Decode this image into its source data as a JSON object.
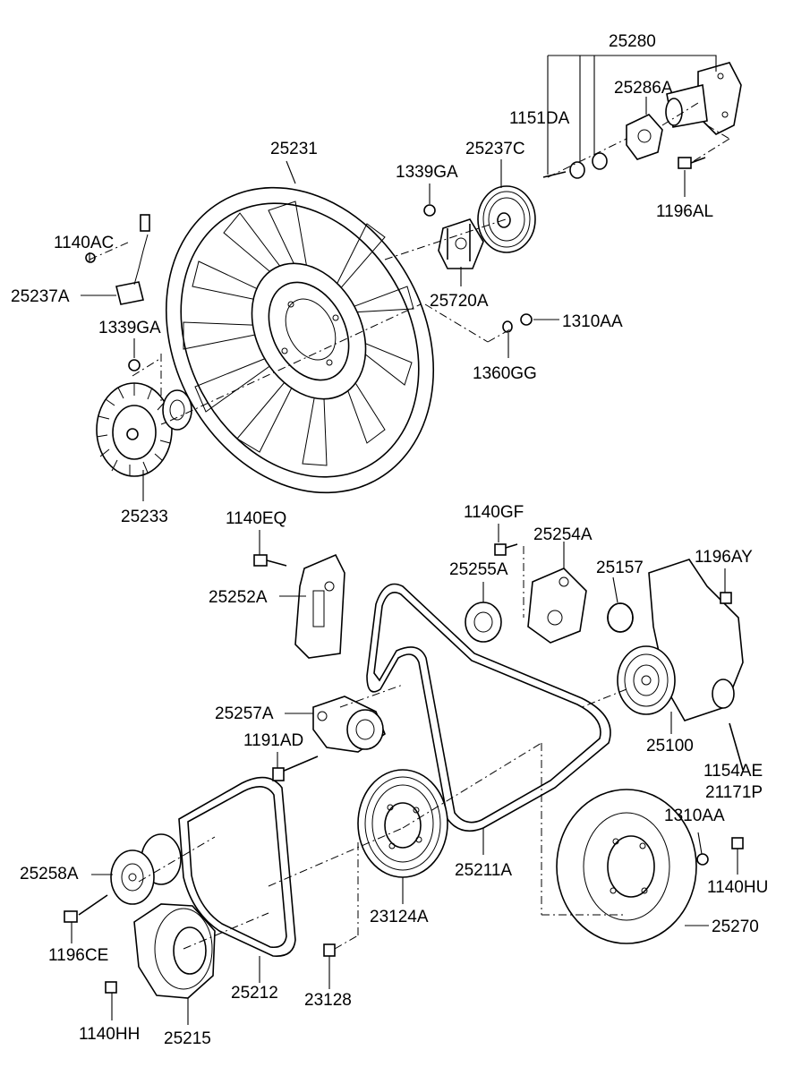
{
  "labels": {
    "p25280": "25280",
    "p25286A": "25286A",
    "p1151DA": "1151DA",
    "p25237C": "25237C",
    "p25231": "25231",
    "p1339GA_top": "1339GA",
    "p1196AL": "1196AL",
    "p1140AC": "1140AC",
    "p25237A": "25237A",
    "p25720A": "25720A",
    "p1310AA_top": "1310AA",
    "p1339GA_left": "1339GA",
    "p1360GG": "1360GG",
    "p25233": "25233",
    "p1140EQ": "1140EQ",
    "p1140GF": "1140GF",
    "p25254A": "25254A",
    "p25255A": "25255A",
    "p25157": "25157",
    "p1196AY": "1196AY",
    "p25252A": "25252A",
    "p25257A": "25257A",
    "p1191AD": "1191AD",
    "p25100": "25100",
    "p1154AE": "1154AE",
    "p21171P": "21171P",
    "p1310AA_bottom": "1310AA",
    "p25258A": "25258A",
    "p25211A": "25211A",
    "p1140HU": "1140HU",
    "p23124A": "23124A",
    "p1196CE": "1196CE",
    "p25270": "25270",
    "p25212": "25212",
    "p23128": "23128",
    "p1140HH": "1140HH",
    "p25215": "25215"
  }
}
